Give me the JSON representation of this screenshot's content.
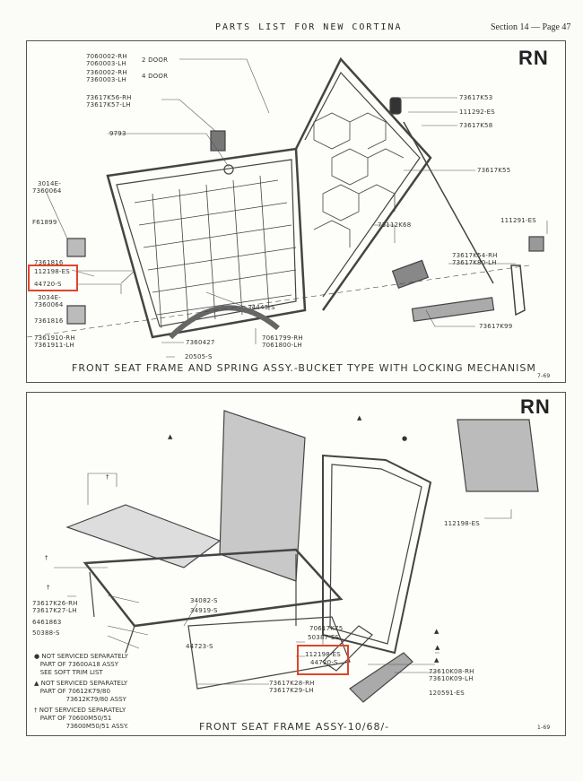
{
  "header": {
    "title": "PARTS LIST FOR NEW CORTINA",
    "section": "Section 14 — Page 47"
  },
  "top_panel": {
    "badge": "RN",
    "caption": "FRONT SEAT FRAME AND SPRING ASSY.-BUCKET TYPE WITH LOCKING MECHANISM",
    "date_code": "7-69",
    "labels": {
      "door2_rh": "7060002-RH",
      "door2_lh": "7060003-LH",
      "door2": "2 DOOR",
      "door4_rh": "7360002-RH",
      "door4_lh": "7360003-LH",
      "door4": "4 DOOR",
      "k56": "73617K56-RH",
      "k57": "73617K57-LH",
      "p9793": "9793",
      "p3014e": "3014E-",
      "p7360064a": "7360064",
      "f61899": "F61899",
      "p7361816a": "7361816",
      "p112198": "112198-ES",
      "p44720": "44720-S",
      "p3034e": "3034E-",
      "p7360064b": "7360064",
      "p7361816b": "7361816",
      "p7361910": "7361910-RH",
      "p7361911": "7361911-LH",
      "p7360427": "7360427",
      "p20505": "20505-S",
      "p7061799": "7061799-RH",
      "p7061800": "7061800-LH",
      "p34443": "34443-S",
      "k53": "73617K53",
      "p111292": "111292-ES",
      "k58": "73617K58",
      "k55": "73617K55",
      "p111291": "111291-ES",
      "k68": "73112K68",
      "k54": "73617K54-RH",
      "k80": "73617K80-LH",
      "k99": "73617K99"
    }
  },
  "bottom_panel": {
    "badge": "RN",
    "caption": "FRONT SEAT FRAME ASSY-10/68/-",
    "date_code": "1-69",
    "labels": {
      "p112198a": "112198-ES",
      "k26": "73617K26-RH",
      "k27": "73617K27-LH",
      "p6461863": "6461863",
      "p50388": "50388-S",
      "p34082": "34082-S",
      "p34919": "34919-S",
      "p44723": "44723-S",
      "k75": "70617K75",
      "p50387": "50387-ES",
      "p112198b": "112198-ES",
      "p44720": "44720-S",
      "k28": "73617K28-RH",
      "k29": "73617K29-LH",
      "k08": "73610K08-RH",
      "k09": "73610K09-LH",
      "p120591": "120591-ES"
    },
    "markers": {
      "triangle": "▲",
      "dot": "●",
      "dagger": "†"
    },
    "notes": [
      {
        "symbol": "●",
        "lines": [
          "NOT SERVICED SEPARATELY",
          "PART OF 73600A18 ASSY",
          "SEE SOFT TRIM LIST"
        ]
      },
      {
        "symbol": "▲",
        "lines": [
          "NOT SERVICED SEPARATELY",
          "PART OF 70612K79/80",
          "73612K79/80"
        ],
        "suffix": "ASSY"
      },
      {
        "symbol": "†",
        "lines": [
          "NOT SERVICED SEPARATELY",
          "PART OF 70600M50/51",
          "73600M50/51"
        ],
        "suffix": "ASSY."
      }
    ]
  }
}
